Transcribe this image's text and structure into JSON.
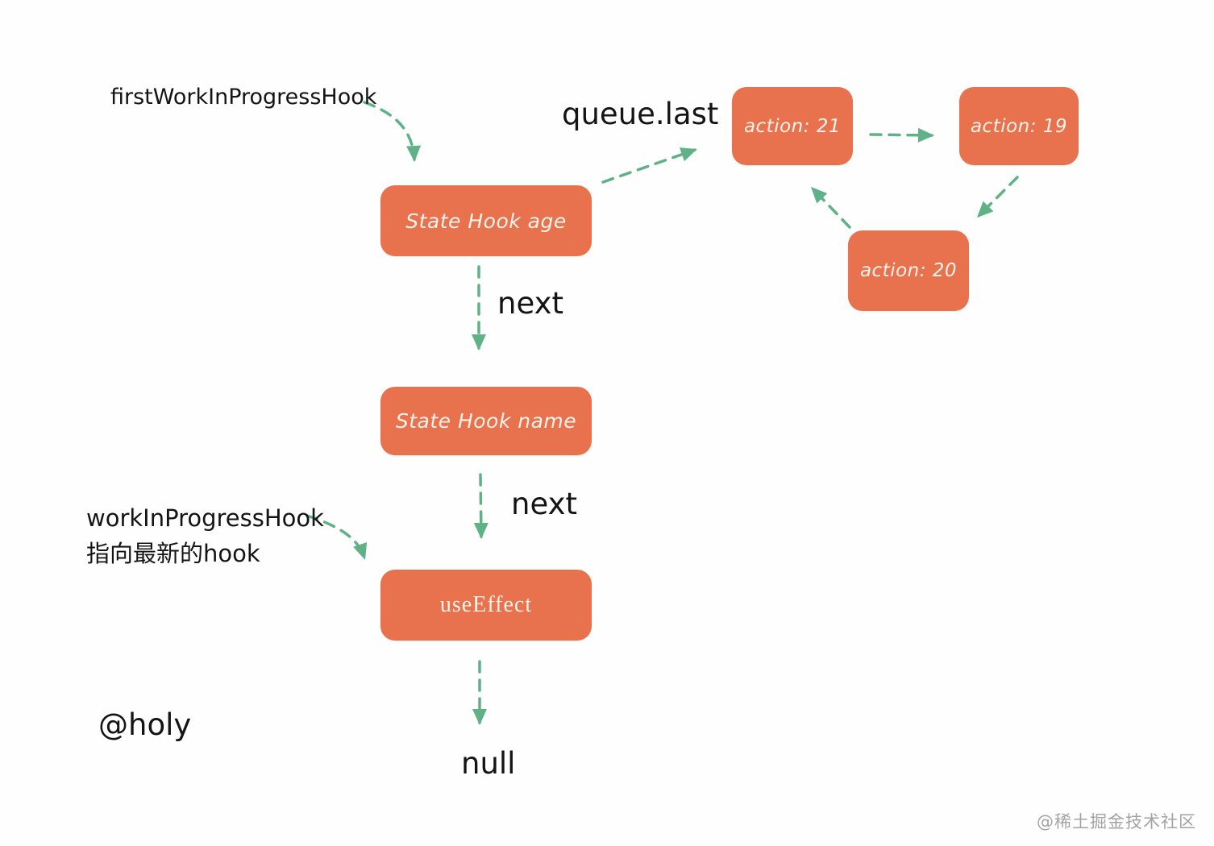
{
  "nodes": {
    "state_hook_age": "State Hook age",
    "state_hook_name": "State Hook name",
    "use_effect": "useEffect",
    "action_21": "action: 21",
    "action_19": "action: 19",
    "action_20": "action: 20"
  },
  "annotations": {
    "first_work_in_progress_hook": "firstWorkInProgressHook",
    "queue_last": "queue.last",
    "next_age_to_name": "next",
    "next_name_to_effect": "next",
    "work_in_progress_hook_line1": "workInProgressHook",
    "work_in_progress_hook_line2": "指向最新的hook",
    "null_terminator": "null",
    "author_credit": "@holy",
    "watermark": "@稀土掘金技术社区"
  },
  "colors": {
    "node_fill": "#E8714E",
    "node_text": "#FDF3EA",
    "arrow": "#5FB286",
    "annotation_text": "#141414",
    "watermark_text": "#A3A3A3",
    "background": "#FEFEFE"
  }
}
